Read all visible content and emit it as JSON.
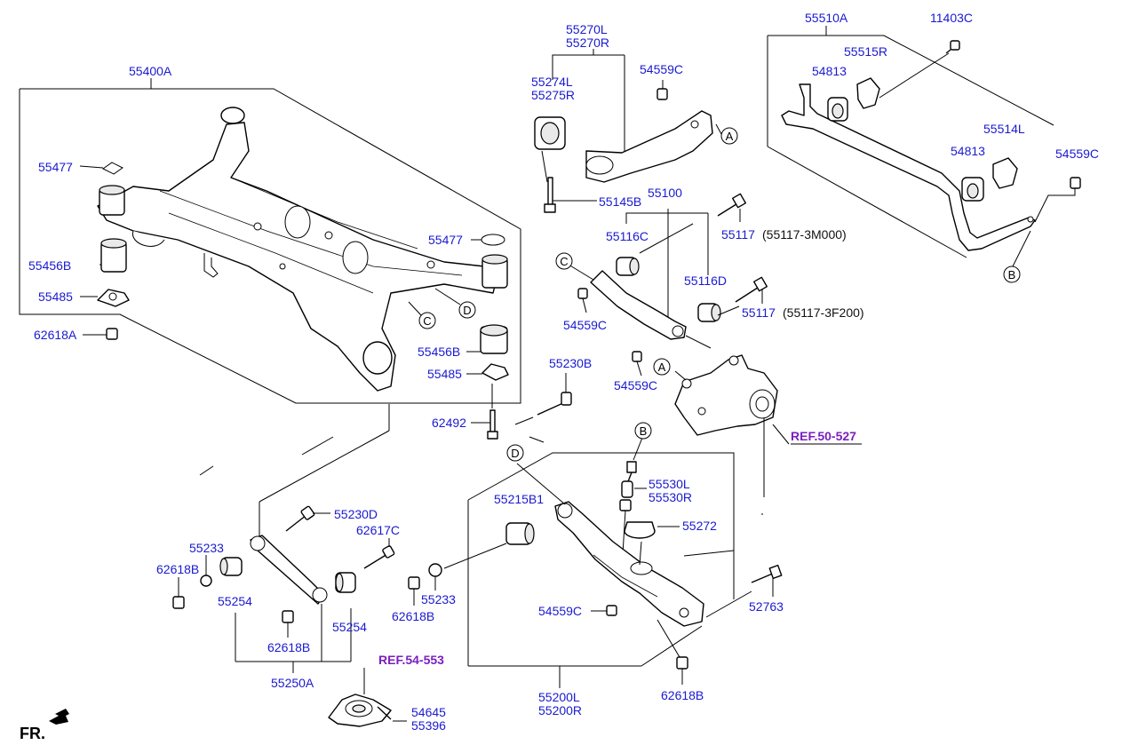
{
  "labels": {
    "subframe": "55400A",
    "plug_55477_left": "55477",
    "bushing_55456B_left": "55456B",
    "stopper_55485_left": "55485",
    "nut_62618A": "62618A",
    "plug_55477_right": "55477",
    "bushing_55456B_right": "55456B",
    "stopper_55485_right": "55485",
    "bolt_62492": "62492",
    "bolt_55230B": "55230B",
    "trailing_arm_l": "55270L",
    "trailing_arm_r": "55270R",
    "bush_55274L": "55274L",
    "bush_55275R": "55275R",
    "nut_54559C_top": "54559C",
    "bolt_55145B": "55145B",
    "upper_arm_55100": "55100",
    "bush_55116C": "55116C",
    "bush_55116D": "55116D",
    "bolt_55117_a": "55117",
    "bolt_55117_a_note": "(55117-3M000)",
    "bolt_55117_b": "55117",
    "bolt_55117_b_note": "(55117-3F200)",
    "nut_54559C_mid1": "54559C",
    "nut_54559C_mid2": "54559C",
    "stabilizer_bar": "55510A",
    "bolt_11403C": "11403C",
    "bracket_55515R": "55515R",
    "bushing_54813_a": "54813",
    "bracket_55514L": "55514L",
    "bushing_54813_b": "54813",
    "nut_54559C_right": "54559C",
    "link_55530L": "55530L",
    "link_55530R": "55530R",
    "bush_55215B1": "55215B1",
    "seat_55272": "55272",
    "nut_54559C_lower": "54559C",
    "bolt_52763": "52763",
    "lower_arm_l": "55200L",
    "lower_arm_r": "55200R",
    "nut_62618B_lower": "62618B",
    "bolt_55230D": "55230D",
    "nut_62617C": "62617C",
    "washer_55233_a": "55233",
    "nut_62618B_a": "62618B",
    "bush_55254_a": "55254",
    "washer_55233_b": "55233",
    "nut_62618B_b": "62618B",
    "nut_62618B_c": "62618B",
    "bush_55254_b": "55254",
    "assist_arm": "55250A",
    "ref_54553": "REF.54-553",
    "ref_50527": "REF.50-527",
    "bolt_54645": "54645",
    "mount_55396": "55396",
    "direction": "FR."
  },
  "callouts": {
    "A_top": "A",
    "A_knuckle": "A",
    "B_bar": "B",
    "B_link": "B",
    "C_frame": "C",
    "C_arm": "C",
    "D_frame": "D",
    "D_arm": "D"
  },
  "colors": {
    "part_number": "#1a1ad0",
    "reference": "#7a1fbf",
    "note": "#111111"
  }
}
